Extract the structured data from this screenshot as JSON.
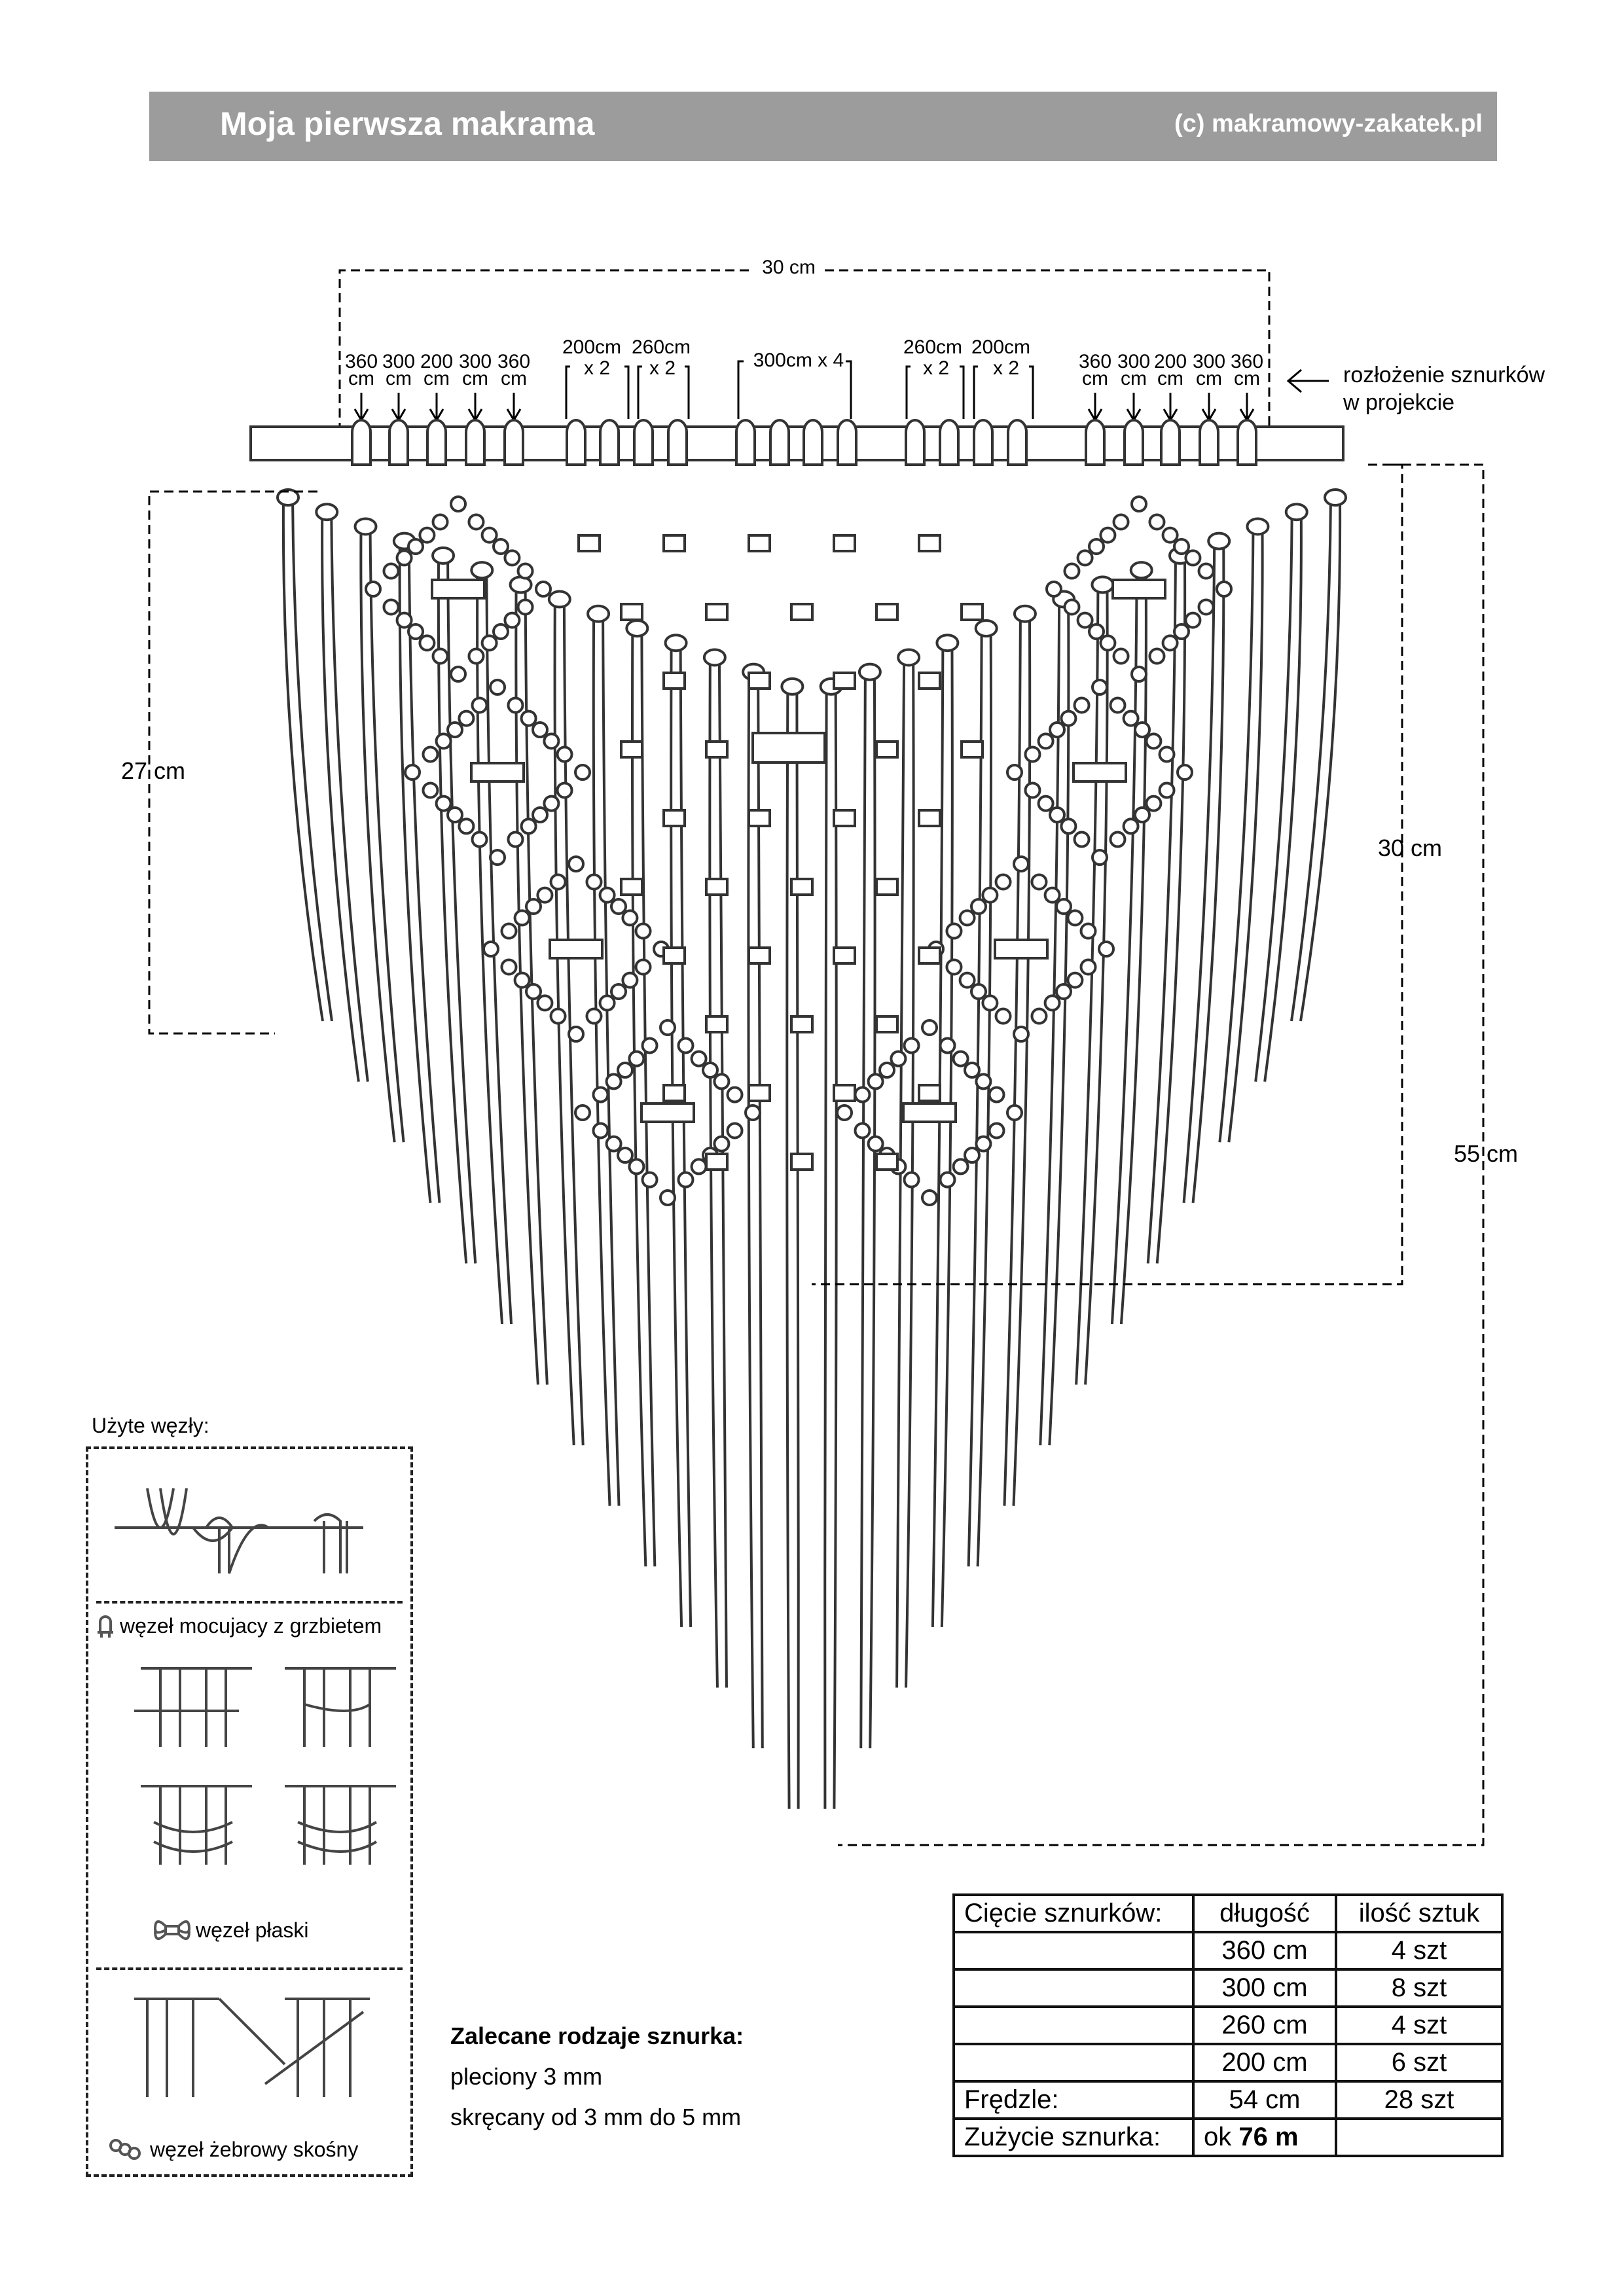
{
  "header": {
    "title": "Moja pierwsza makrama",
    "copyright": "(c) makramowy-zakatek.pl"
  },
  "diagram": {
    "width_label": "30 cm",
    "left_cords": [
      {
        "len": "360",
        "unit": "cm"
      },
      {
        "len": "300",
        "unit": "cm"
      },
      {
        "len": "200",
        "unit": "cm"
      },
      {
        "len": "300",
        "unit": "cm"
      },
      {
        "len": "360",
        "unit": "cm"
      }
    ],
    "right_cords": [
      {
        "len": "360",
        "unit": "cm"
      },
      {
        "len": "300",
        "unit": "cm"
      },
      {
        "len": "200",
        "unit": "cm"
      },
      {
        "len": "300",
        "unit": "cm"
      },
      {
        "len": "360",
        "unit": "cm"
      }
    ],
    "groups": [
      {
        "len": "200cm",
        "count": "x 2"
      },
      {
        "len": "260cm",
        "count": "x 2"
      },
      {
        "len": "300cm x 4",
        "count": ""
      },
      {
        "len": "260cm",
        "count": "x 2"
      },
      {
        "len": "200cm",
        "count": "x 2"
      }
    ],
    "layout_note_line1": "rozłożenie sznurków",
    "layout_note_line2": "w projekcie",
    "dim_left": "27 cm",
    "dim_right_inner": "30 cm",
    "dim_right_outer": "55 cm"
  },
  "knots": {
    "title": "Użyte węzły:",
    "items": [
      {
        "label": "węzeł mocujacy z grzbietem",
        "icon": "larks-head-icon"
      },
      {
        "label": "węzeł płaski",
        "icon": "square-knot-icon"
      },
      {
        "label": "węzeł żebrowy skośny",
        "icon": "diagonal-clove-hitch-icon"
      }
    ]
  },
  "recommended": {
    "heading": "Zalecane rodzaje sznurka:",
    "lines": [
      "pleciony 3 mm",
      "skręcany od 3 mm do 5 mm"
    ]
  },
  "cut_table": {
    "headers": [
      "Cięcie sznurków:",
      "długość",
      "ilość sztuk"
    ],
    "rows": [
      [
        "",
        "360 cm",
        "4 szt"
      ],
      [
        "",
        "300 cm",
        "8 szt"
      ],
      [
        "",
        "260 cm",
        "4 szt"
      ],
      [
        "",
        "200 cm",
        "6 szt"
      ],
      [
        "Frędzle:",
        "54 cm",
        "28 szt"
      ]
    ],
    "usage_label": "Zużycie sznurka:",
    "usage_prefix": "ok",
    "usage_value": "76 m"
  }
}
